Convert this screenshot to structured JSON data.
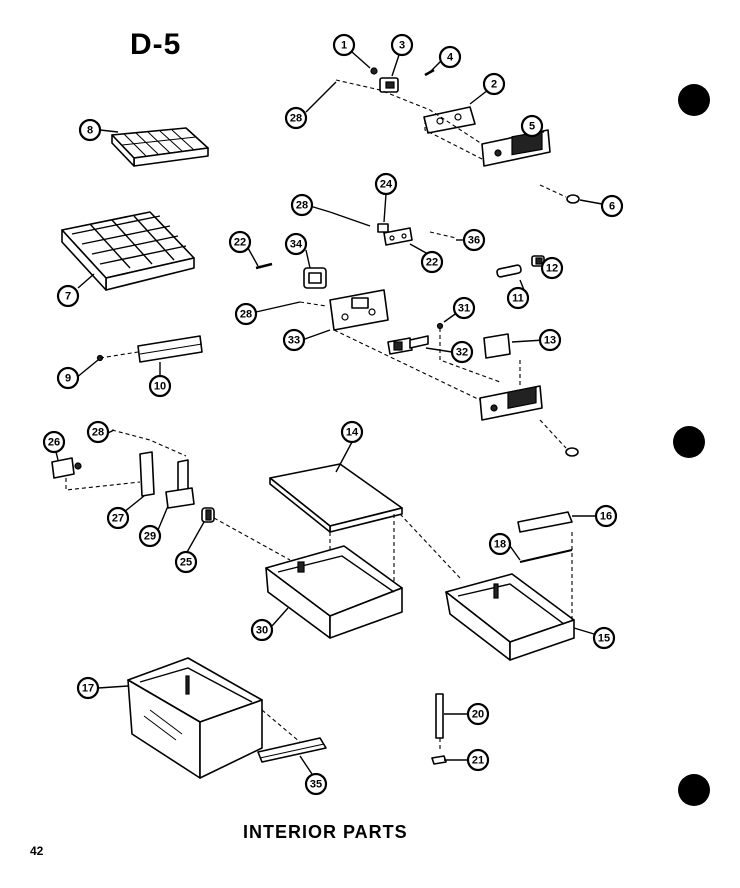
{
  "diagram_id": "D-5",
  "caption": "INTERIOR PARTS",
  "page_number": "42",
  "callouts": [
    {
      "label": "1"
    },
    {
      "label": "3"
    },
    {
      "label": "4"
    },
    {
      "label": "2"
    },
    {
      "label": "28"
    },
    {
      "label": "5"
    },
    {
      "label": "6"
    },
    {
      "label": "8"
    },
    {
      "label": "24"
    },
    {
      "label": "28"
    },
    {
      "label": "36"
    },
    {
      "label": "22"
    },
    {
      "label": "22"
    },
    {
      "label": "34"
    },
    {
      "label": "12"
    },
    {
      "label": "11"
    },
    {
      "label": "7"
    },
    {
      "label": "28"
    },
    {
      "label": "31"
    },
    {
      "label": "13"
    },
    {
      "label": "33"
    },
    {
      "label": "32"
    },
    {
      "label": "9"
    },
    {
      "label": "10"
    },
    {
      "label": "28"
    },
    {
      "label": "14"
    },
    {
      "label": "26"
    },
    {
      "label": "27"
    },
    {
      "label": "29"
    },
    {
      "label": "25"
    },
    {
      "label": "16"
    },
    {
      "label": "18"
    },
    {
      "label": "30"
    },
    {
      "label": "15"
    },
    {
      "label": "17"
    },
    {
      "label": "20"
    },
    {
      "label": "21"
    },
    {
      "label": "35"
    }
  ]
}
